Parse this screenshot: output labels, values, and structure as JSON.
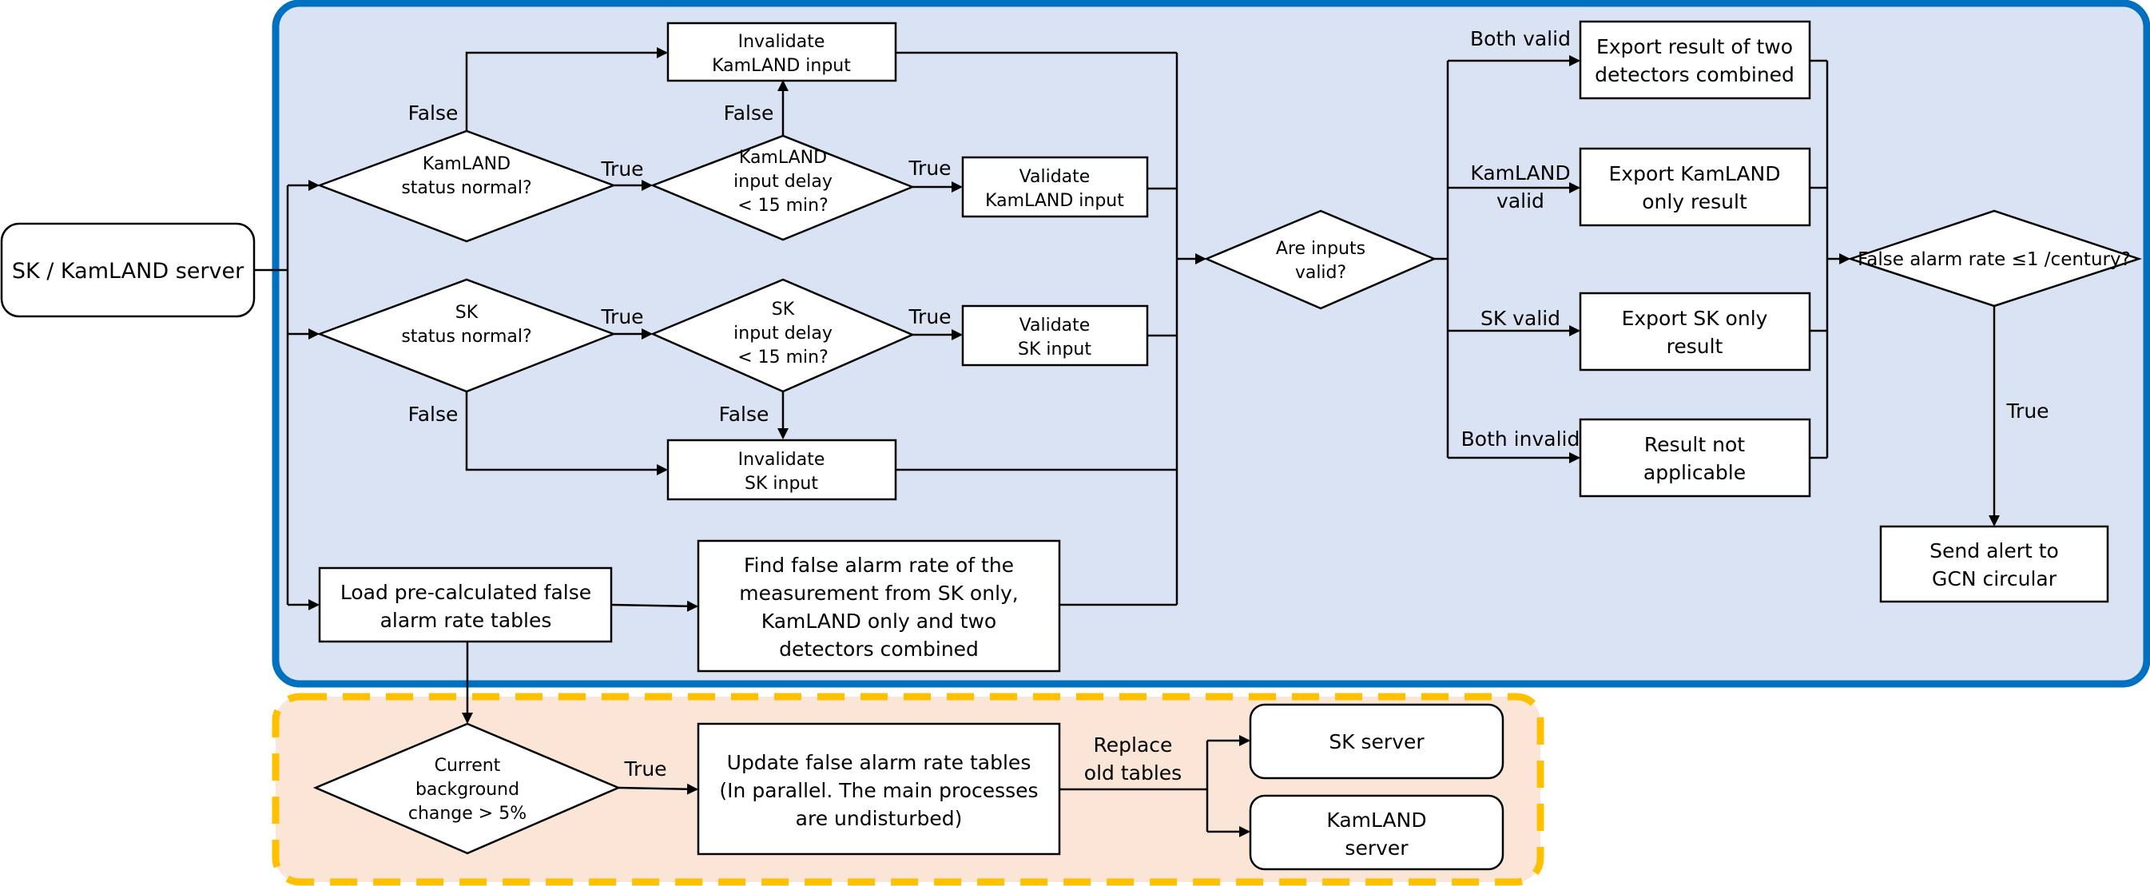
{
  "colors": {
    "main_region_fill": "#dae3f3",
    "main_region_border": "#0070c0",
    "update_region_fill": "#fae5d6",
    "update_region_border": "#ffc000"
  },
  "nodes": {
    "server": "SK / KamLAND server",
    "kl_status": [
      "KamLAND",
      "status normal?"
    ],
    "kl_delay": [
      "KamLAND",
      "input delay",
      "< 15 min?"
    ],
    "kl_invalidate": [
      "Invalidate",
      "KamLAND input"
    ],
    "kl_validate": [
      "Validate",
      "KamLAND input"
    ],
    "sk_status": [
      "SK",
      "status normal?"
    ],
    "sk_delay": [
      "SK",
      "input delay",
      "< 15 min?"
    ],
    "sk_validate": [
      "Validate",
      "SK input"
    ],
    "sk_invalidate": [
      "Invalidate",
      "SK input"
    ],
    "load_tables": [
      "Load pre-calculated false",
      "alarm rate tables"
    ],
    "find_far": [
      "Find false alarm rate of the",
      "measurement from SK only,",
      "KamLAND only and two",
      "detectors combined"
    ],
    "inputs_valid": [
      "Are inputs",
      "valid?"
    ],
    "export_combined": [
      "Export result of two",
      "detectors combined"
    ],
    "export_kl": [
      "Export KamLAND",
      "only result"
    ],
    "export_sk": [
      "Export SK only",
      "result"
    ],
    "not_applicable": [
      "Result not",
      "applicable"
    ],
    "far_check": "False alarm rate ≤1 /century?",
    "send_alert": [
      "Send alert to",
      "GCN circular"
    ],
    "bg_change": [
      "Current",
      "background",
      "change > 5%"
    ],
    "update_tables": [
      "Update false alarm rate tables",
      "(In parallel. The main processes",
      "are undisturbed)"
    ],
    "sk_server": "SK server",
    "kl_server": [
      "KamLAND",
      "server"
    ]
  },
  "edge_labels": {
    "kl_false_up": "False",
    "kl_true": "True",
    "kl_delay_false": "False",
    "kl_delay_true": "True",
    "sk_true": "True",
    "sk_delay_true": "True",
    "sk_false_down": "False",
    "sk_delay_false": "False",
    "both_valid": "Both valid",
    "kamland_valid": [
      "KamLAND",
      "valid"
    ],
    "sk_valid": "SK valid",
    "both_invalid": "Both invalid",
    "far_true": "True",
    "bg_true": "True",
    "replace": [
      "Replace",
      "old tables"
    ]
  }
}
